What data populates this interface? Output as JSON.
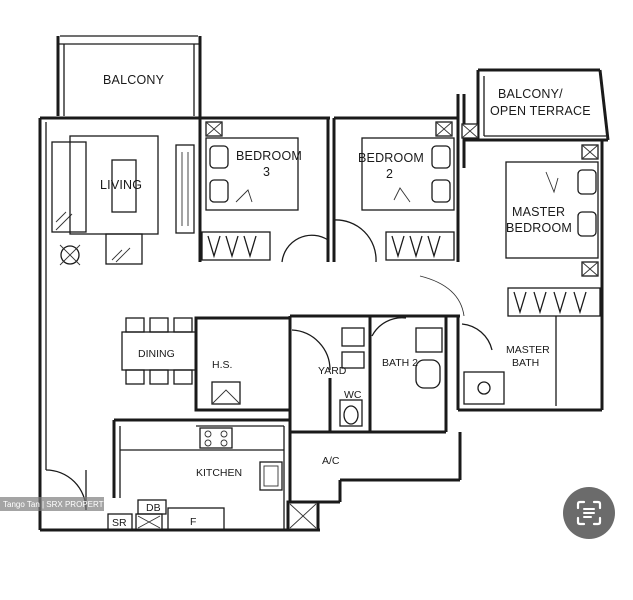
{
  "rooms": {
    "balcony": "BALCONY",
    "balcony_open_terrace_1": "BALCONY/",
    "balcony_open_terrace_2": "OPEN TERRACE",
    "living": "LIVING",
    "bedroom3_1": "BEDROOM",
    "bedroom3_2": "3",
    "bedroom2_1": "BEDROOM",
    "bedroom2_2": "2",
    "master_bedroom_1": "MASTER",
    "master_bedroom_2": "BEDROOM",
    "dining": "DINING",
    "hs": "H.S.",
    "yard": "YARD",
    "wc": "WC",
    "bath2": "BATH 2",
    "master_bath_1": "MASTER",
    "master_bath_2": "BATH",
    "kitchen": "KITCHEN",
    "ac": "A/C",
    "db": "DB",
    "sr": "SR",
    "f": "F"
  },
  "watermark": "Tango Tan | SRX PROPERTY",
  "lens_icon": "google-lens-icon"
}
